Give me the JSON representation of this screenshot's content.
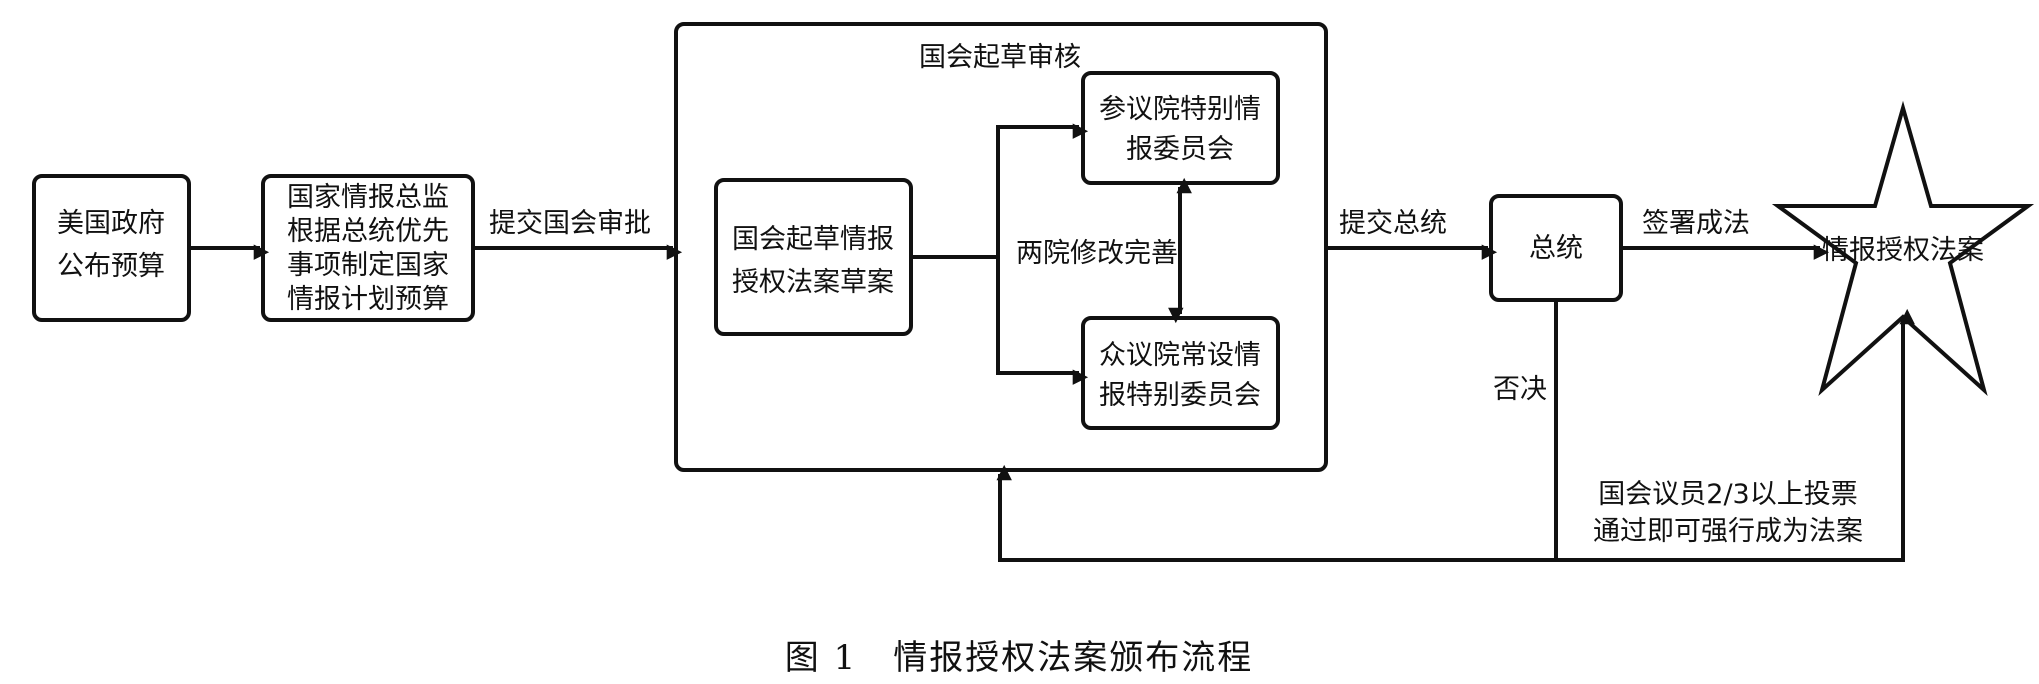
{
  "nodes": {
    "us_budget": [
      "美国政府",
      "公布预算"
    ],
    "dni": [
      "国家情报总监",
      "根据总统优先",
      "事项制定国家",
      "情报计划预算"
    ],
    "congress_group_title": "国会起草审核",
    "draft": [
      "国会起草情报",
      "授权法案草案"
    ],
    "senate": [
      "参议院特别情",
      "报委员会"
    ],
    "house": [
      "众议院常设情",
      "报特别委员会"
    ],
    "president": "总统",
    "act": "情报授权法案"
  },
  "edge_labels": {
    "submit_congress": "提交国会审批",
    "both_houses": "两院修改完善",
    "submit_president": "提交总统",
    "sign": "签署成法",
    "veto": "否决",
    "override": [
      "国会议员2/3以上投票",
      "通过即可强行成为法案"
    ]
  },
  "caption": "图 1　情报授权法案颁布流程"
}
